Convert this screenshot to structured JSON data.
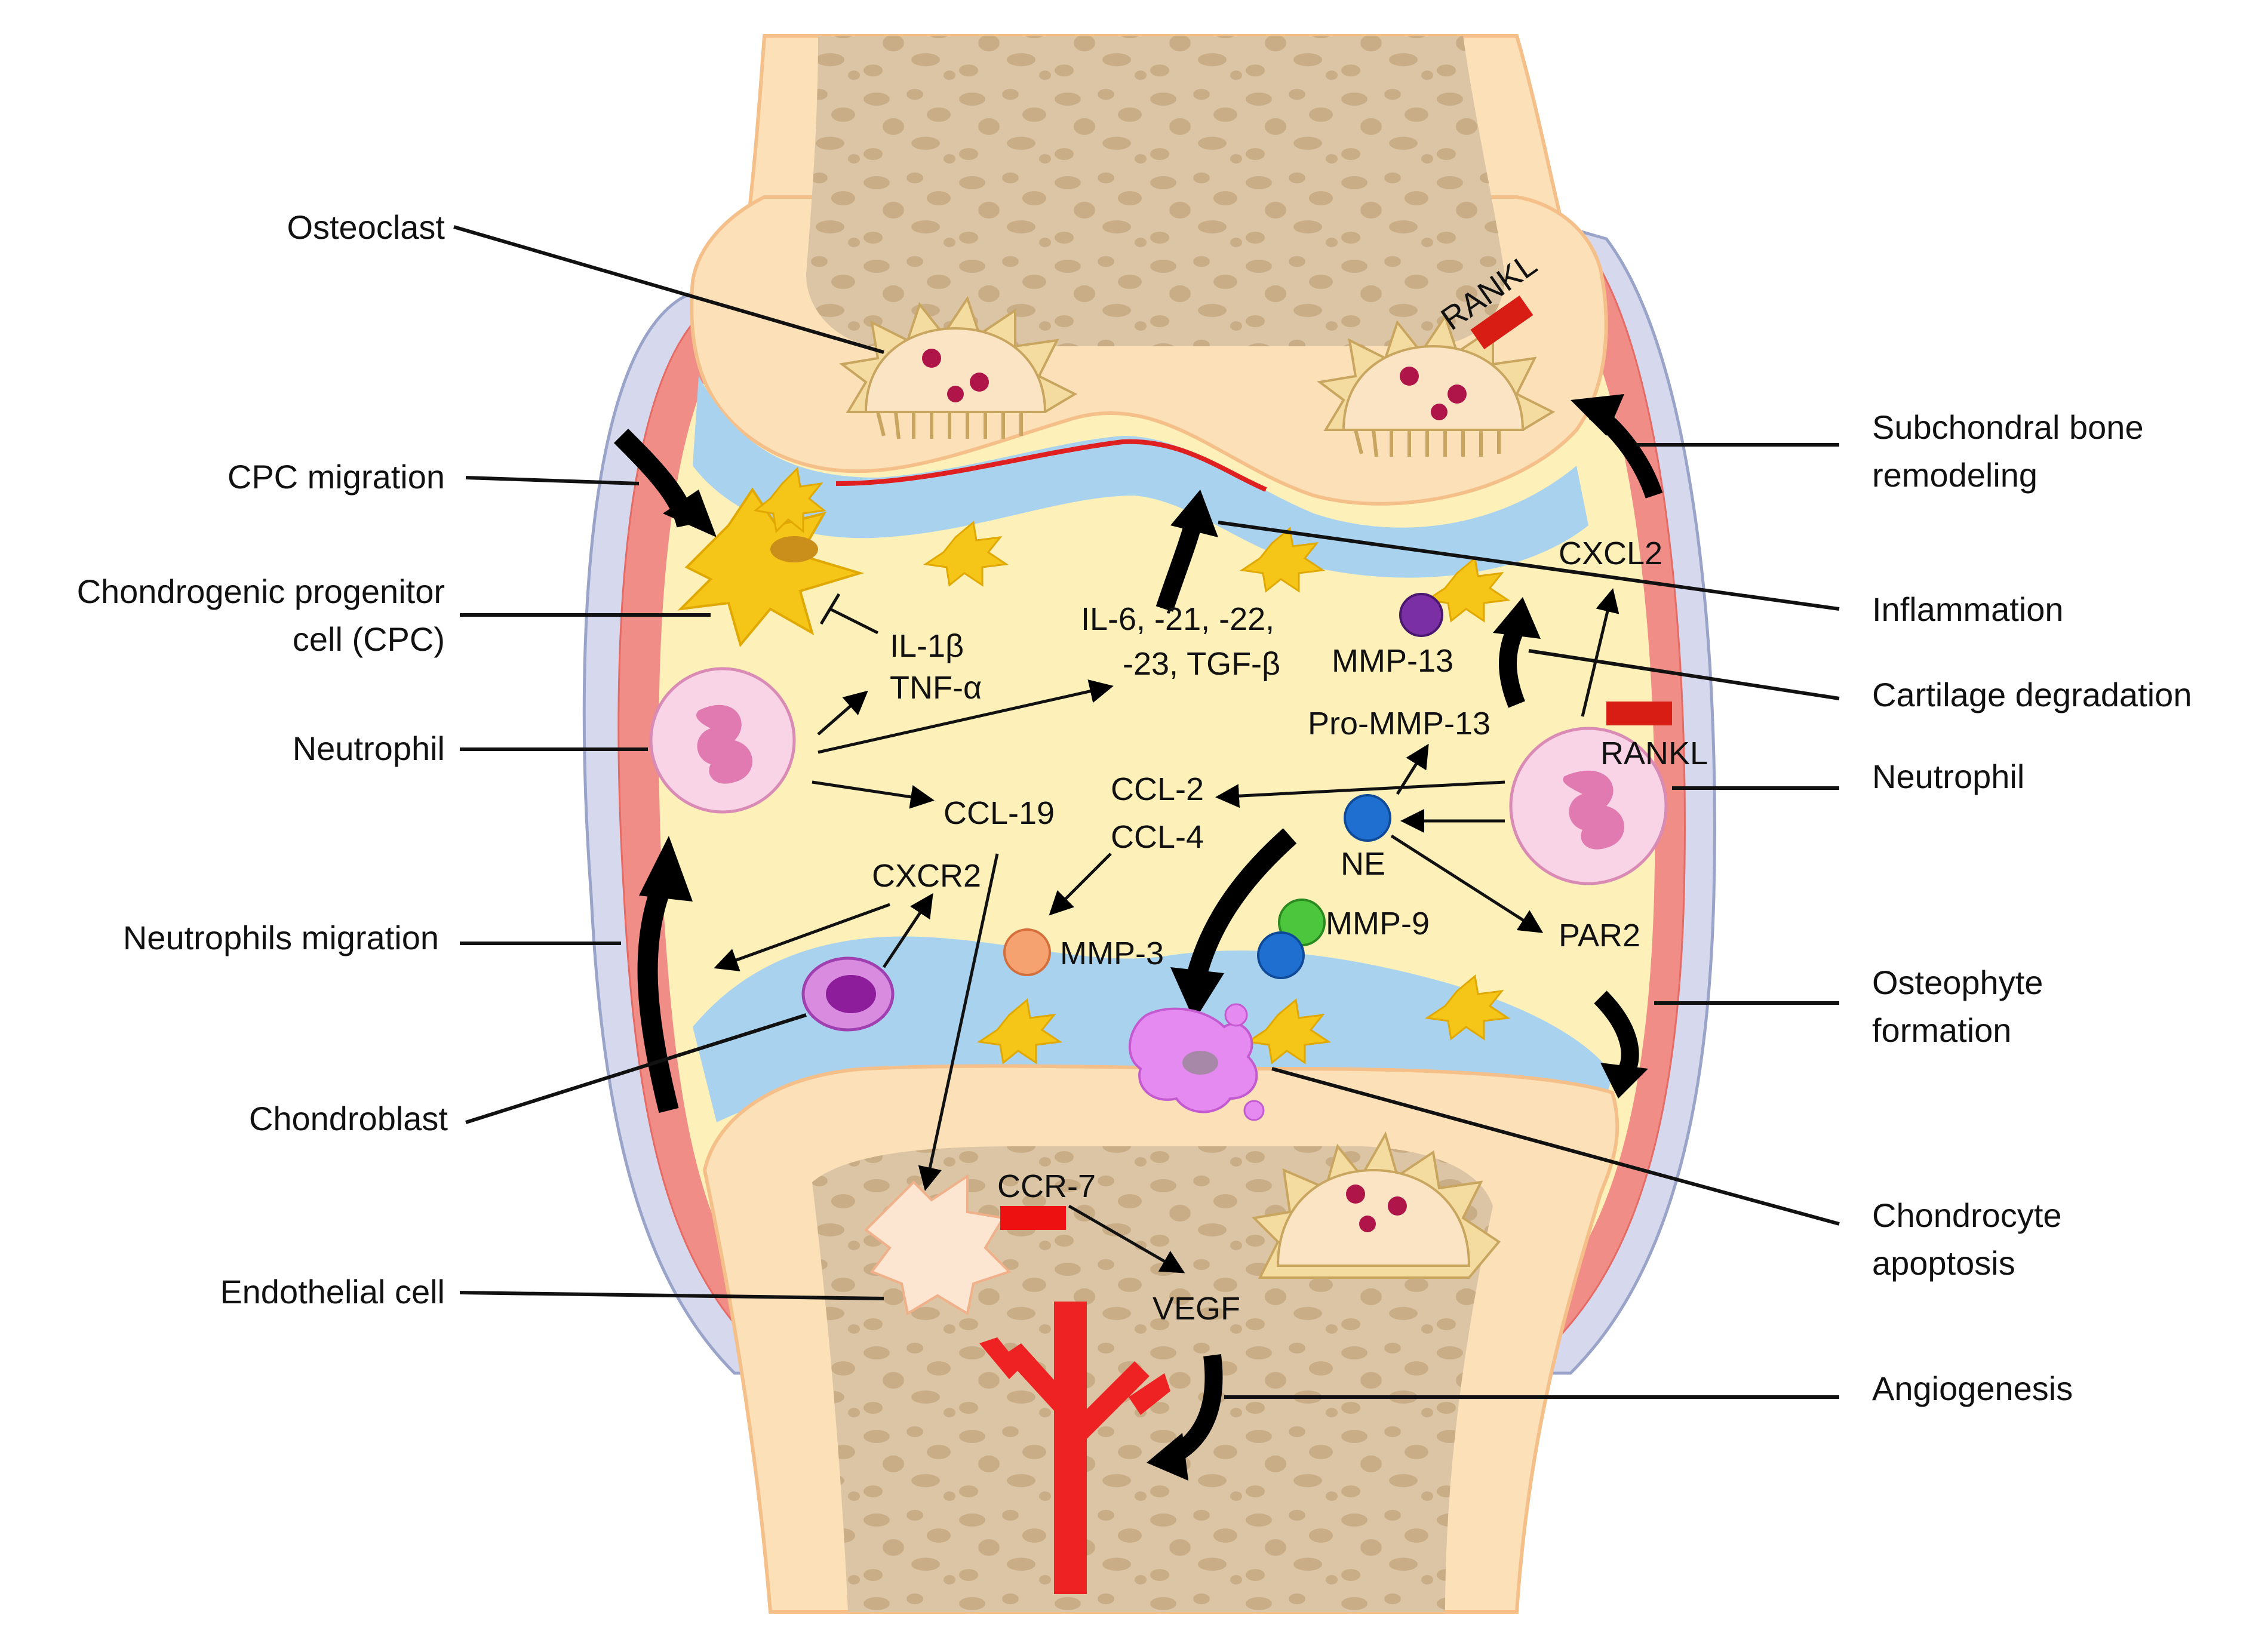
{
  "left_labels": {
    "osteoclast": "Osteoclast",
    "cpc_migration": "CPC migration",
    "cpc_line1": "Chondrogenic progenitor",
    "cpc_line2": "cell (CPC)",
    "neutrophil": "Neutrophil",
    "neutrophils_migration": "Neutrophils migration",
    "chondroblast": "Chondroblast",
    "endothelial_cell": "Endothelial cell"
  },
  "right_labels": {
    "subchondral_line1": "Subchondral bone",
    "subchondral_line2": "remodeling",
    "inflammation": "Inflammation",
    "cartilage_degradation": "Cartilage degradation",
    "neutrophil": "Neutrophil",
    "osteophyte_line1": "Osteophyte",
    "osteophyte_line2": "formation",
    "chondrocyte_line1": "Chondrocyte",
    "chondrocyte_line2": "apoptosis",
    "angiogenesis": "Angiogenesis"
  },
  "molecules": {
    "rankl_top": "RANKL",
    "cxcl2": "CXCL2",
    "il1b": "IL-1β",
    "tnfa": "TNF-α",
    "il6_line1": "IL-6, -21, -22,",
    "il6_line2": "-23, TGF-β",
    "mmp13": "MMP-13",
    "pro_mmp13": "Pro-MMP-13",
    "rankl_right": "RANKL",
    "ccl19": "CCL-19",
    "ccl2": "CCL-2",
    "ccl4": "CCL-4",
    "ne": "NE",
    "cxcr2": "CXCR2",
    "mmp3": "MMP-3",
    "mmp9": "MMP-9",
    "par2": "PAR2",
    "ccr7": "CCR-7",
    "vegf": "VEGF"
  },
  "colors": {
    "bone_outer": "#fbe0b8",
    "bone_trabecular": "#dcc5a5",
    "bone_edge": "#f5bf8a",
    "cartilage": "#a9d2ee",
    "synovial_fluid": "#fdf0b8",
    "capsule_outer": "#d6d9ee",
    "capsule_inner": "#ef8d86",
    "arrow": "#000000",
    "rankl_bar": "#d81d14",
    "vessel": "#ee2222",
    "neutrophil_body": "#f9d3e6",
    "neutrophil_nucleus": "#e07ab0",
    "mmp13_dot": "#7b2fa5",
    "ne_dot": "#1e6fd0",
    "mmp9_dot": "#4cc63c",
    "mmp3_dot": "#f6a270",
    "chondroblast": "#c25ad0",
    "apoptotic_cell": "#e58af0"
  }
}
